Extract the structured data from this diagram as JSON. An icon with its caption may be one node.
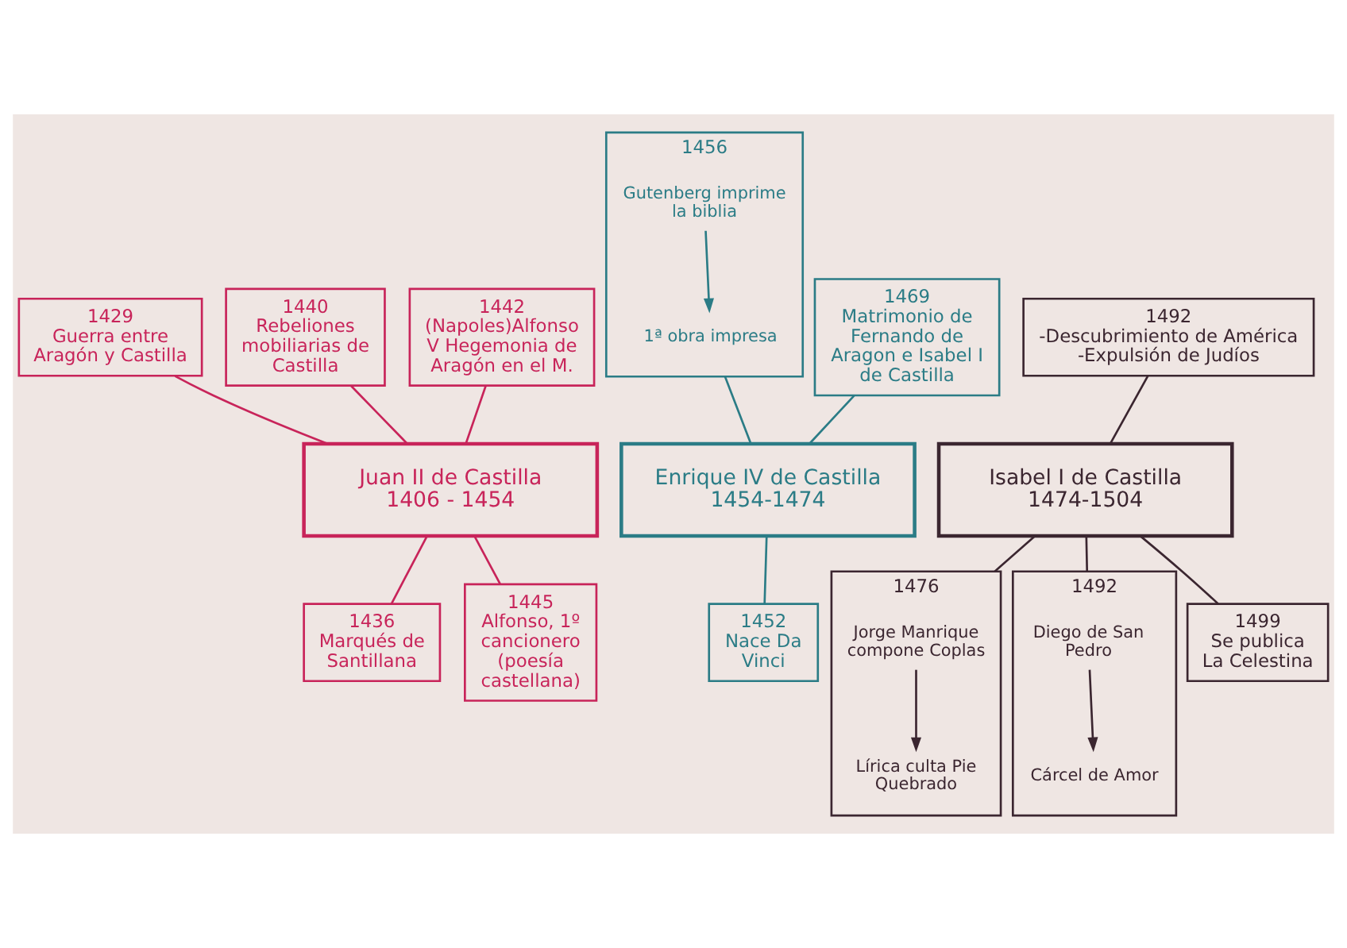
{
  "diagram": {
    "nodes": [
      {
        "text": [
          "1429",
          "Guerra entre Aragón y Castilla"
        ]
      },
      {
        "text": [
          "1440",
          "Rebeliones mobiliarias de Castilla"
        ]
      },
      {
        "text": [
          "1442",
          "(Napoles)Alfonso V Hegemonia de Aragón en el M."
        ]
      },
      {
        "text": [
          "1456"
        ]
      },
      {
        "text": [
          "Gutenberg imprime la biblia"
        ],
        "in": 3
      },
      {
        "text": [
          "1ª obra impresa"
        ],
        "in": 3
      },
      {
        "text": [
          "1469",
          "Matrimonio de Fernando de Aragon e Isabel I de Castilla"
        ]
      },
      {
        "text": [
          "1492",
          "-Descubrimiento de América",
          "-Expulsión de Judíos"
        ]
      },
      {
        "text": [
          "Juan II de Castilla",
          "1406 - 1454"
        ]
      },
      {
        "text": [
          "Enrique IV de Castilla",
          "1454-1474"
        ]
      },
      {
        "text": [
          "Isabel I de Castilla",
          "1474-1504"
        ]
      },
      {
        "text": [
          "1452",
          "Nace Da Vinci"
        ]
      },
      {
        "text": [
          "1436",
          "Marqués de Santillana"
        ]
      },
      {
        "text": [
          "1445",
          "Alfonso, 1º cancionero (poesía castellana)"
        ]
      },
      {
        "text": [
          "1476"
        ]
      },
      {
        "text": [
          "Jorge Manrique compone Coplas"
        ],
        "in": 14
      },
      {
        "text": [
          "Lírica culta Pie Quebrado"
        ],
        "in": 14
      },
      {
        "text": [
          "1492"
        ]
      },
      {
        "text": [
          "Diego de San Pedro"
        ],
        "in": 17
      },
      {
        "text": [
          "Cárcel de Amor"
        ],
        "in": 17
      },
      {
        "text": [
          "1499",
          "Se publica La Celestina"
        ]
      }
    ],
    "edges": [
      {
        "from": 0,
        "to": 8,
        "arrow": "none",
        "color": "#c8245a"
      },
      {
        "from": 1,
        "to": 8,
        "arrow": "none",
        "color": "#c8245a"
      },
      {
        "from": 2,
        "to": 8,
        "arrow": "none",
        "color": "#c8245a"
      },
      {
        "from": 4,
        "to": 5,
        "arrow": "to",
        "color": "#2b7c86"
      },
      {
        "from": 3,
        "to": 9,
        "arrow": "none",
        "color": "#2b7c86"
      },
      {
        "from": 6,
        "to": 9,
        "arrow": "none",
        "color": "#2b7c86"
      },
      {
        "from": 7,
        "to": 10,
        "arrow": "none",
        "color": "#3b2630"
      },
      {
        "from": 8,
        "to": 12,
        "arrow": "none",
        "color": "#c8245a"
      },
      {
        "from": 8,
        "to": 13,
        "arrow": "none",
        "color": "#c8245a"
      },
      {
        "from": 9,
        "to": 11,
        "arrow": "none",
        "color": "#2b7c86"
      },
      {
        "from": 10,
        "to": 14,
        "arrow": "none",
        "color": "#3b2630"
      },
      {
        "from": 15,
        "to": 16,
        "arrow": "to",
        "color": "#3b2630"
      },
      {
        "from": 10,
        "to": 17,
        "arrow": "none",
        "color": "#3b2630"
      },
      {
        "from": 18,
        "to": 19,
        "arrow": "to",
        "color": "#3b2630"
      },
      {
        "from": 10,
        "to": 20,
        "arrow": "none",
        "color": "#3b2630"
      }
    ]
  }
}
